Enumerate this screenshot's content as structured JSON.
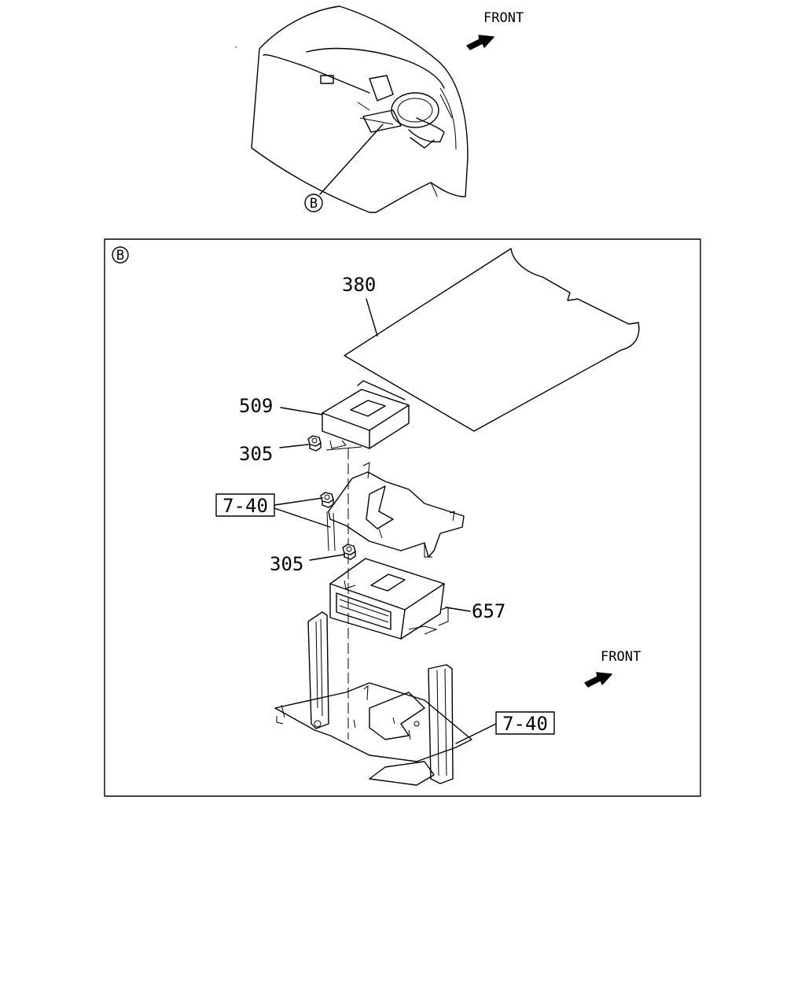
{
  "overview": {
    "front_label": "FRONT",
    "callout": "B"
  },
  "detail": {
    "view_marker": "B",
    "front_label": "FRONT",
    "callouts": {
      "p380": "380",
      "p509": "509",
      "p305_upper": "305",
      "p305_lower": "305",
      "p657": "657",
      "ref_left": "7-40",
      "ref_right": "7-40"
    }
  },
  "icons": [
    "front-arrow-icon",
    "circled-letter-b-icon"
  ]
}
